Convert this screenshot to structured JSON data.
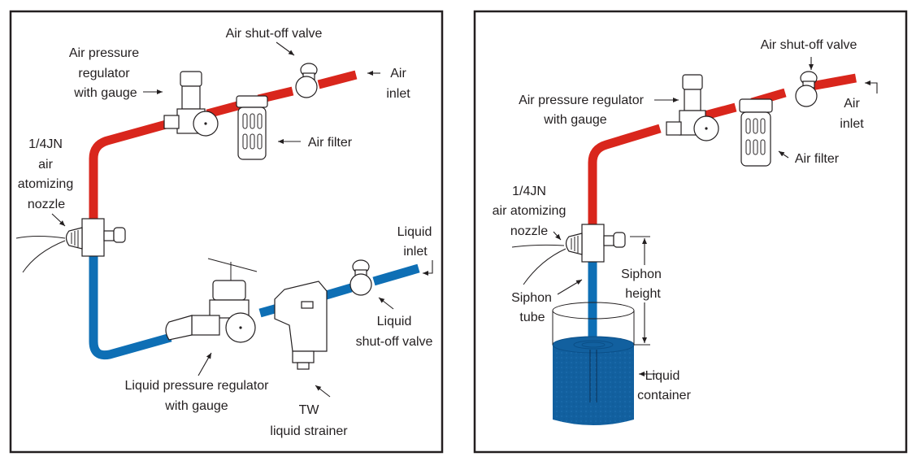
{
  "colors": {
    "air_line": "#d9261c",
    "liquid_line": "#0e6fb5",
    "liquid_fill": "#12609f",
    "outline": "#231f20",
    "background": "#ffffff"
  },
  "panels": [
    {
      "id": "pressure-feed",
      "labels": {
        "air_shutoff_valve": "Air shut-off valve",
        "air_pressure_regulator": [
          "Air pressure",
          "regulator",
          "with gauge"
        ],
        "air_inlet": [
          "Air",
          "inlet"
        ],
        "air_filter": "Air filter",
        "nozzle": [
          "1/4JN",
          "air",
          "atomizing",
          "nozzle"
        ],
        "liquid_inlet": [
          "Liquid",
          "inlet"
        ],
        "liquid_shutoff_valve": [
          "Liquid",
          "shut-off valve"
        ],
        "liquid_pressure_regulator": [
          "Liquid pressure regulator",
          "with gauge"
        ],
        "liquid_strainer": [
          "TW",
          "liquid strainer"
        ]
      }
    },
    {
      "id": "siphon-feed",
      "labels": {
        "air_shutoff_valve": "Air shut-off valve",
        "air_pressure_regulator": [
          "Air pressure regulator",
          "with gauge"
        ],
        "air_inlet": [
          "Air",
          "inlet"
        ],
        "air_filter": "Air filter",
        "nozzle": [
          "1/4JN",
          "air atomizing",
          "nozzle"
        ],
        "siphon_height": [
          "Siphon",
          "height"
        ],
        "siphon_tube": [
          "Siphon",
          "tube"
        ],
        "liquid_container": [
          "Liquid",
          "container"
        ]
      }
    }
  ]
}
